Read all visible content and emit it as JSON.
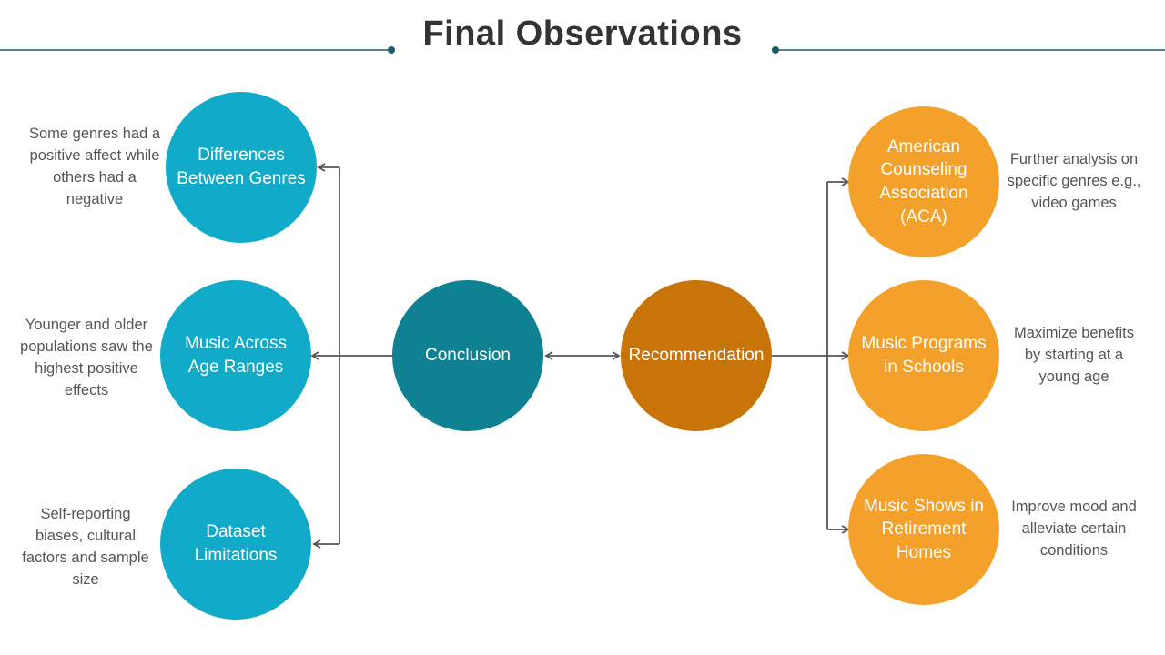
{
  "title": "Final Observations",
  "colors": {
    "left_circle": "#12aac9",
    "conclusion": "#0e8193",
    "recommendation": "#c97408",
    "right_circle": "#f4a12b",
    "connector": "#555555",
    "title_rule": "#1b5a6b"
  },
  "center": {
    "conclusion": "Conclusion",
    "recommendation": "Recommendation"
  },
  "left_nodes": [
    {
      "label": "Differences Between Genres",
      "note": "Some genres had a positive affect while others had a negative"
    },
    {
      "label": "Music Across Age Ranges",
      "note": "Younger and older populations saw the highest positive effects"
    },
    {
      "label": "Dataset Limitations",
      "note": "Self-reporting biases, cultural factors and sample size"
    }
  ],
  "right_nodes": [
    {
      "label": "American Counseling Association (ACA)",
      "note": "Further analysis on specific genres e.g., video games"
    },
    {
      "label": "Music Programs in Schools",
      "note": "Maximize benefits by starting at a young age"
    },
    {
      "label": "Music Shows in Retirement Homes",
      "note": "Improve mood and alleviate certain conditions"
    }
  ]
}
